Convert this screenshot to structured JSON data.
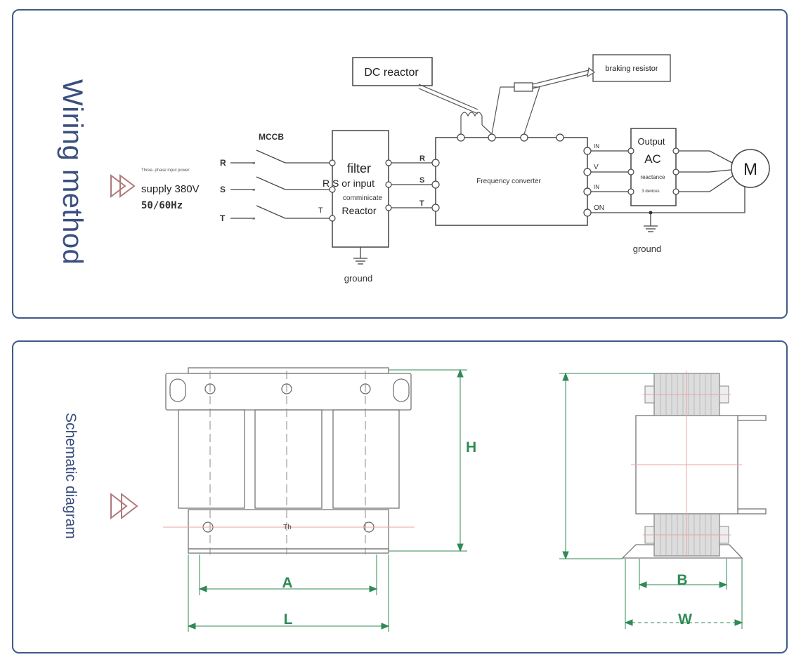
{
  "colors": {
    "accent": "#3f5a8a",
    "title": "#3a4f7f",
    "line": "#444444",
    "dimension": "#2f8a55"
  },
  "wiring": {
    "title": "Wiring method",
    "power": {
      "small_label": "Three- phase input power",
      "supply": "supply 380V",
      "frequency": "50/60Hz"
    },
    "mccb": "MCCB",
    "phase_inputs": [
      "R",
      "S",
      "T"
    ],
    "filter": {
      "line1": "filter",
      "line2": "R S or input",
      "line3": "comminicate",
      "line4": "Reactor"
    },
    "converter": {
      "label": "Frequency converter",
      "terminals": [
        "R",
        "S",
        "T"
      ],
      "outputs": [
        "IN",
        "V",
        "IN",
        "ON"
      ]
    },
    "dc_reactor": "DC reactor",
    "braking_resistor": "braking resistor",
    "output_reactor": {
      "line1": "Output",
      "line2": "AC",
      "line3": "reactance",
      "line4": "3 devices"
    },
    "motor": "M",
    "ground_left": "ground",
    "ground_right": "ground"
  },
  "schematic": {
    "title": "Schematic diagram",
    "dimensions": {
      "H": "H",
      "A": "A",
      "L": "L",
      "B": "B",
      "W": "W",
      "Th": "Th"
    }
  }
}
